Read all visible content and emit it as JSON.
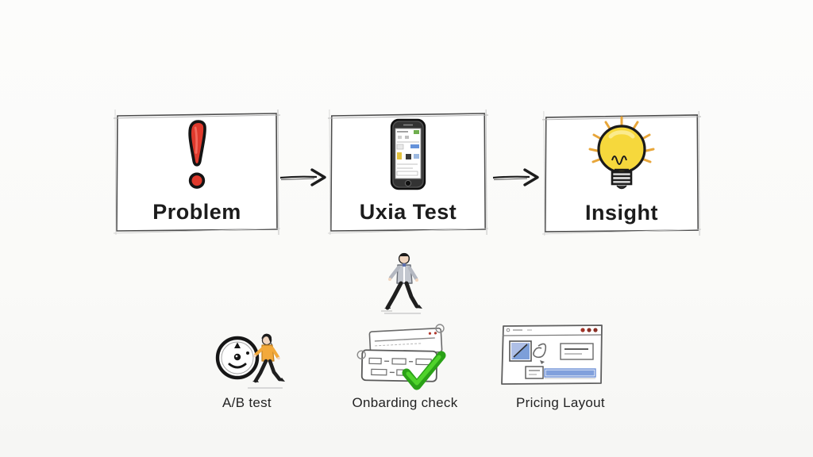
{
  "diagram": {
    "steps": [
      {
        "label": "Problem",
        "icon": "exclamation-icon"
      },
      {
        "label": "Uxia Test",
        "icon": "smartphone-icon"
      },
      {
        "label": "Insight",
        "icon": "lightbulb-icon"
      }
    ],
    "connector_icon": "arrow-right-icon",
    "figure_icon": "walking-person-icon",
    "examples": [
      {
        "label": "A/B test",
        "icon": "ab-dial-walker-icon"
      },
      {
        "label": "Onbarding check",
        "icon": "checklist-check-icon"
      },
      {
        "label": "Pricing Layout",
        "icon": "browser-window-icon"
      }
    ],
    "colors": {
      "alert_red": "#db392c",
      "bulb_yellow": "#f6d83c",
      "ray_orange": "#e8a63a",
      "check_green": "#2fae1c",
      "layout_blue": "#6b8fd6",
      "shirt_yellow": "#f2a93b",
      "ink": "#1d1d1d"
    }
  }
}
